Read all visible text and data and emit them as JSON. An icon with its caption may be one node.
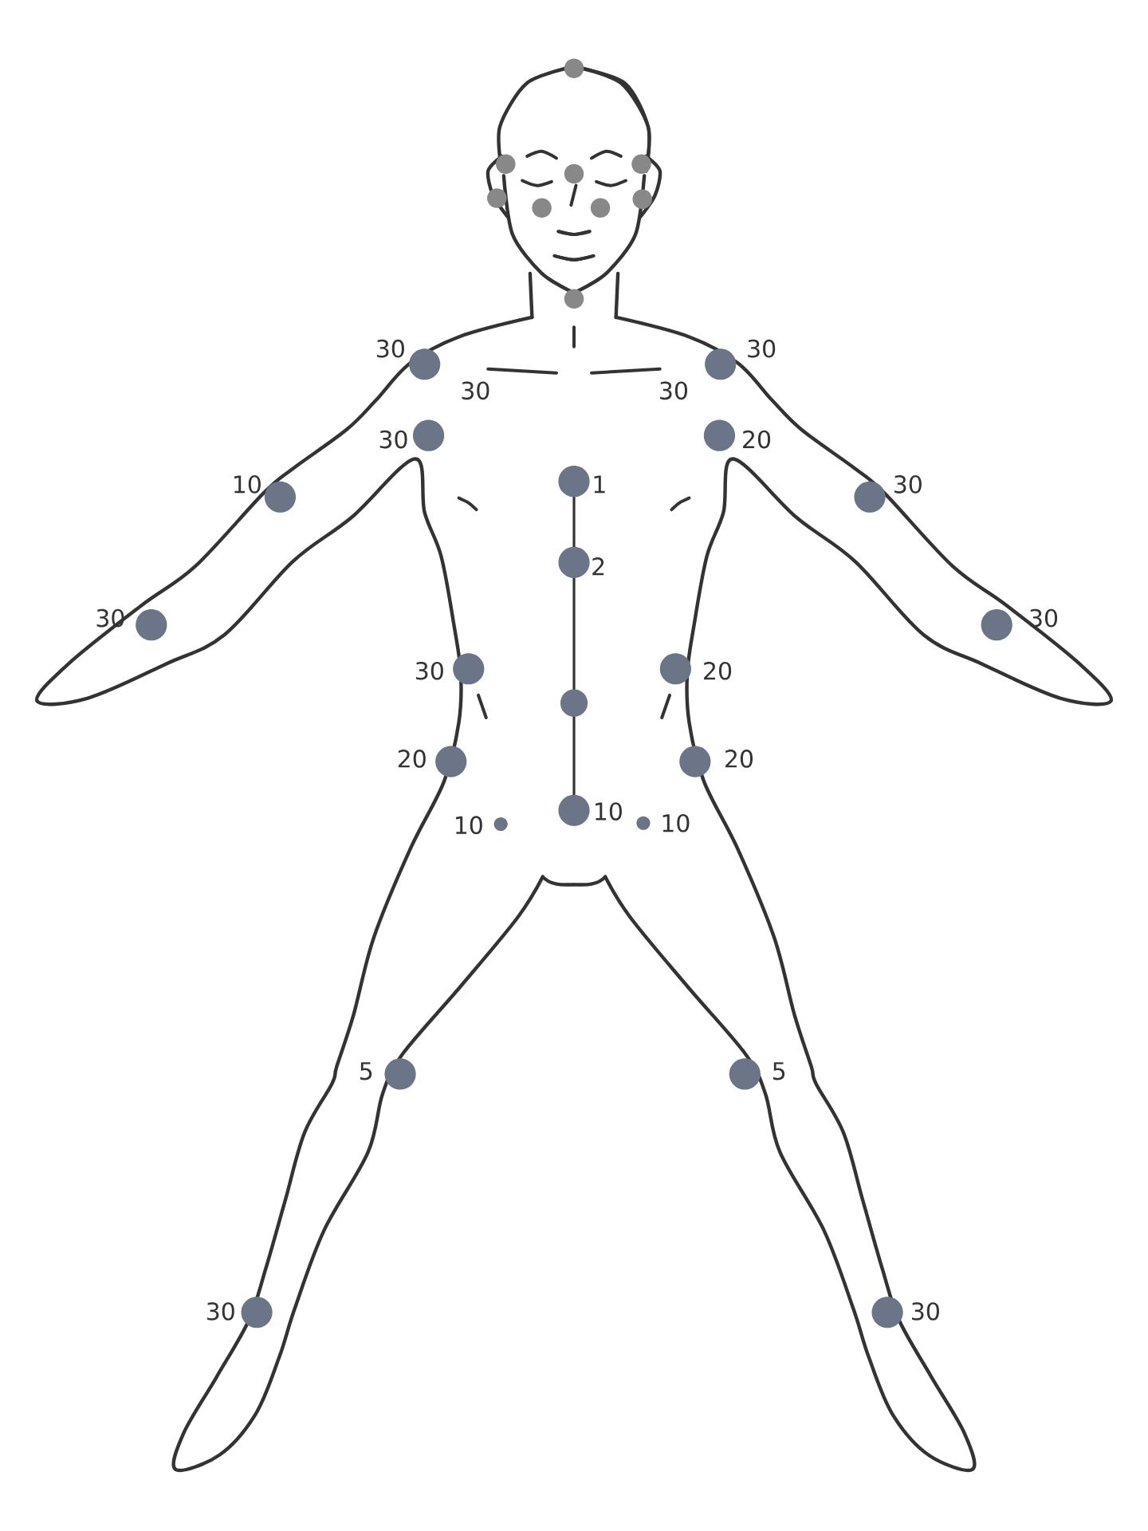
{
  "diagram": {
    "labels": [
      "30",
      "30",
      "30",
      "30",
      "30",
      "20",
      "10",
      "1",
      "30",
      "2",
      "30",
      "30",
      "30",
      "20",
      "20",
      "20",
      "10",
      "10",
      "10",
      "5",
      "5",
      "30",
      "30"
    ]
  }
}
